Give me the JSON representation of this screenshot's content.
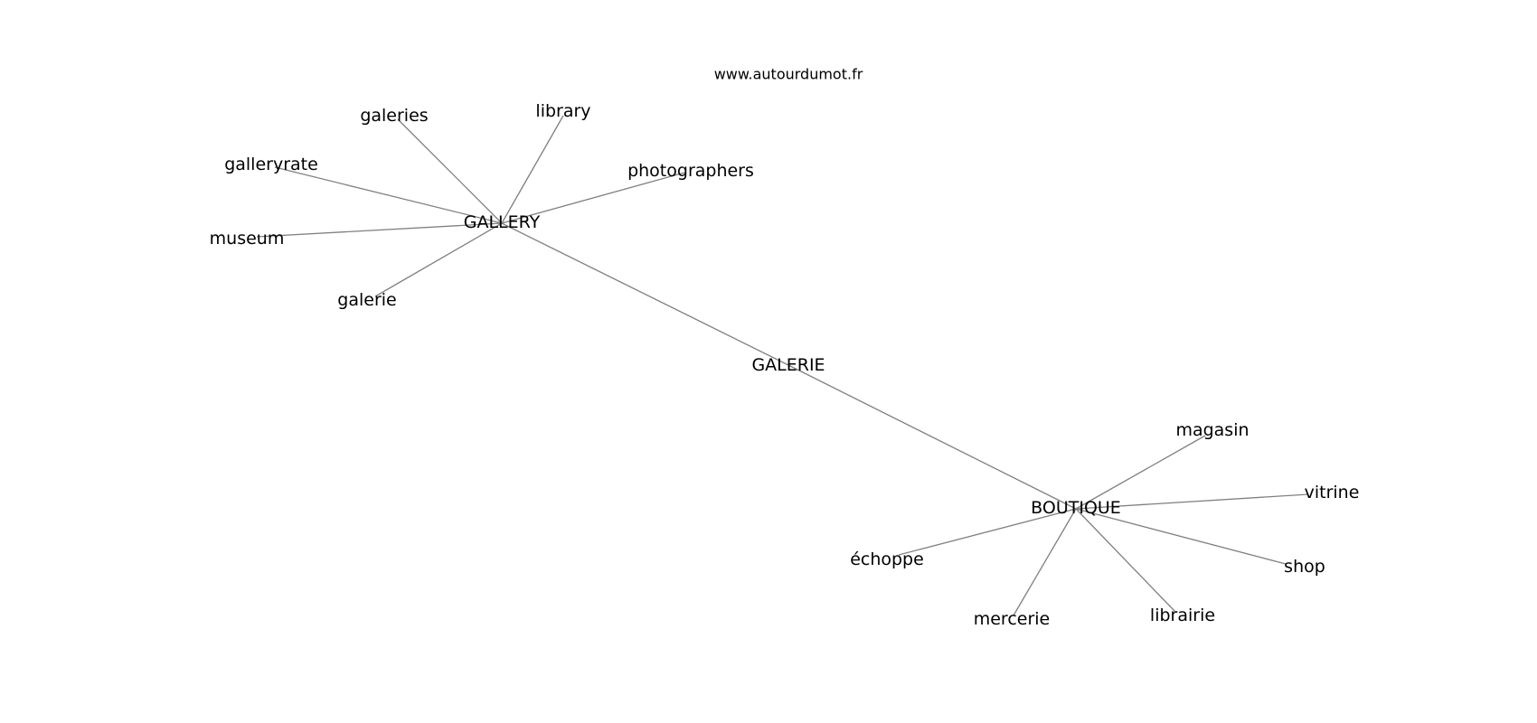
{
  "source": "www.autourdumot.fr",
  "graph": {
    "nodes": [
      {
        "id": "galerie_center",
        "label": "GALERIE"
      },
      {
        "id": "gallery",
        "label": "GALLERY"
      },
      {
        "id": "boutique",
        "label": "BOUTIQUE"
      },
      {
        "id": "galeries",
        "label": "galeries"
      },
      {
        "id": "library",
        "label": "library"
      },
      {
        "id": "galleryrate",
        "label": "galleryrate"
      },
      {
        "id": "photographers",
        "label": "photographers"
      },
      {
        "id": "museum",
        "label": "museum"
      },
      {
        "id": "galerie",
        "label": "galerie"
      },
      {
        "id": "magasin",
        "label": "magasin"
      },
      {
        "id": "vitrine",
        "label": "vitrine"
      },
      {
        "id": "echoppe",
        "label": "échoppe"
      },
      {
        "id": "shop",
        "label": "shop"
      },
      {
        "id": "mercerie",
        "label": "mercerie"
      },
      {
        "id": "librairie",
        "label": "librairie"
      }
    ],
    "edges": [
      [
        "galerie_center",
        "gallery"
      ],
      [
        "galerie_center",
        "boutique"
      ],
      [
        "gallery",
        "galeries"
      ],
      [
        "gallery",
        "library"
      ],
      [
        "gallery",
        "galleryrate"
      ],
      [
        "gallery",
        "photographers"
      ],
      [
        "gallery",
        "museum"
      ],
      [
        "gallery",
        "galerie"
      ],
      [
        "boutique",
        "magasin"
      ],
      [
        "boutique",
        "vitrine"
      ],
      [
        "boutique",
        "echoppe"
      ],
      [
        "boutique",
        "shop"
      ],
      [
        "boutique",
        "mercerie"
      ],
      [
        "boutique",
        "librairie"
      ]
    ]
  }
}
